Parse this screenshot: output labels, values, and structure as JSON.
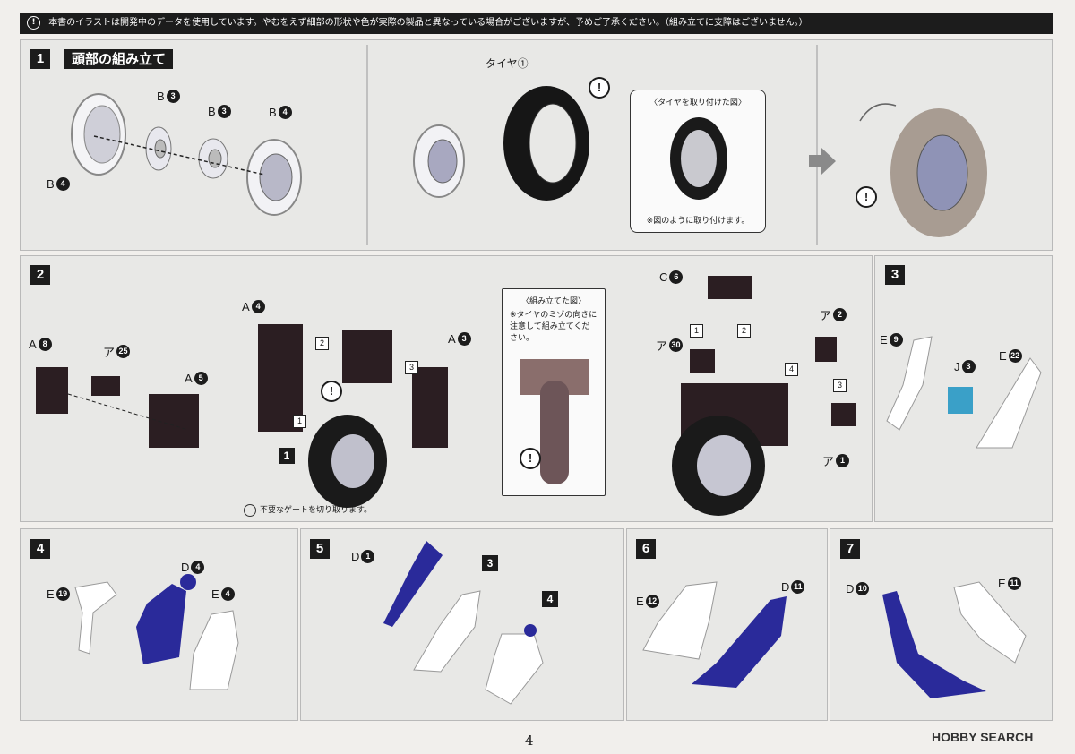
{
  "notice": "本書のイラストは開発中のデータを使用しています。やむをえず細部の形状や色が実際の製品と異なっている場合がございますが、予めご了承ください。（組み立てに支障はございません。）",
  "notice_icon": "exclamation-icon",
  "step1": {
    "number": "1",
    "title": "頭部の組み立て",
    "labels": [
      {
        "letter": "B",
        "num": "3"
      },
      {
        "letter": "B",
        "num": "3"
      },
      {
        "letter": "B",
        "num": "4"
      },
      {
        "letter": "B",
        "num": "4"
      }
    ],
    "tire_label": "タイヤ①",
    "callout_title": "〈タイヤを取り付けた図〉",
    "callout_note": "※図のように取り付けます。"
  },
  "step2": {
    "number": "2",
    "labels": {
      "a8": {
        "letter": "A",
        "num": "8"
      },
      "a25": {
        "letter": "ア",
        "num": "25"
      },
      "a5": {
        "letter": "A",
        "num": "5"
      },
      "a4": {
        "letter": "A",
        "num": "4"
      },
      "a3": {
        "letter": "A",
        "num": "3"
      },
      "c6": {
        "letter": "C",
        "num": "6"
      },
      "ka30": {
        "letter": "ア",
        "num": "30"
      },
      "ka2": {
        "letter": "ア",
        "num": "2"
      },
      "ka1": {
        "letter": "ア",
        "num": "1"
      }
    },
    "order": [
      "1",
      "2",
      "3",
      "1",
      "2",
      "3",
      "4"
    ],
    "sub_ref": "1",
    "gate_note": "不要なゲートを切り取ります。",
    "callout_title": "〈組み立てた図〉",
    "callout_note": "※タイヤのミゾの向きに注意して組み立てください。"
  },
  "step3": {
    "number": "3",
    "labels": [
      {
        "letter": "E",
        "num": "9"
      },
      {
        "letter": "J",
        "num": "3"
      },
      {
        "letter": "E",
        "num": "22"
      }
    ]
  },
  "step4": {
    "number": "4",
    "labels": [
      {
        "letter": "D",
        "num": "4"
      },
      {
        "letter": "E",
        "num": "19"
      },
      {
        "letter": "E",
        "num": "4"
      }
    ]
  },
  "step5": {
    "number": "5",
    "labels": [
      {
        "letter": "D",
        "num": "1"
      }
    ],
    "refs": [
      "3",
      "4"
    ]
  },
  "step6": {
    "number": "6",
    "labels": [
      {
        "letter": "E",
        "num": "12"
      },
      {
        "letter": "D",
        "num": "11"
      }
    ]
  },
  "step7": {
    "number": "7",
    "labels": [
      {
        "letter": "D",
        "num": "10"
      },
      {
        "letter": "E",
        "num": "11"
      }
    ]
  },
  "page_number": "4",
  "brand": "HOBBY SEARCH",
  "colors": {
    "blue_part": "#2a2a9a",
    "white_part": "#ffffff",
    "dark_part": "#2b1e22",
    "cyan_part": "#3aa0c8",
    "tire": "#1a1a1a"
  }
}
